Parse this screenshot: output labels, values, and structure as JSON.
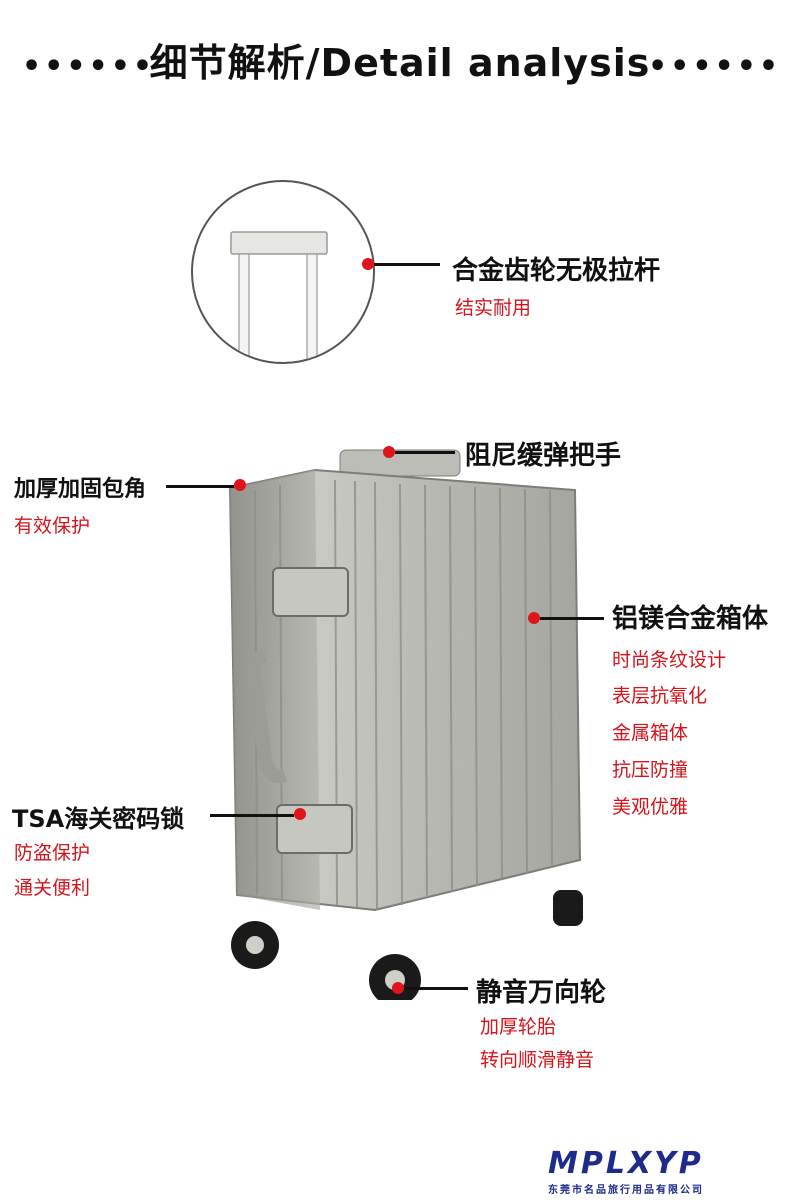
{
  "header": {
    "title": "细节解析/Detail analysis",
    "dots_left": "••••••",
    "dots_right": "••••••"
  },
  "features": {
    "handle": {
      "title": "合金齿轮无极拉杆",
      "notes": [
        "结实耐用"
      ]
    },
    "top_handle": {
      "title": "阻尼缓弹把手"
    },
    "corner": {
      "title": "加厚加固包角",
      "notes": [
        "有效保护"
      ]
    },
    "body": {
      "title": "铝镁合金箱体",
      "notes": [
        "时尚条纹设计",
        "表层抗氧化",
        "金属箱体",
        "抗压防撞",
        "美观优雅"
      ]
    },
    "lock": {
      "title": "TSA海关密码锁",
      "notes": [
        "防盗保护",
        "通关便利"
      ]
    },
    "wheels": {
      "title": "静音万向轮",
      "notes": [
        "加厚轮胎",
        "转向顺滑静音"
      ]
    }
  },
  "brand": {
    "logo": "MPLXYP",
    "company": "东莞市名品旅行用品有限公司"
  },
  "colors": {
    "accent": "#e0141b",
    "note_text": "#d5141b",
    "brand": "#1e2b8a",
    "suitcase": "#b9b9b4"
  }
}
